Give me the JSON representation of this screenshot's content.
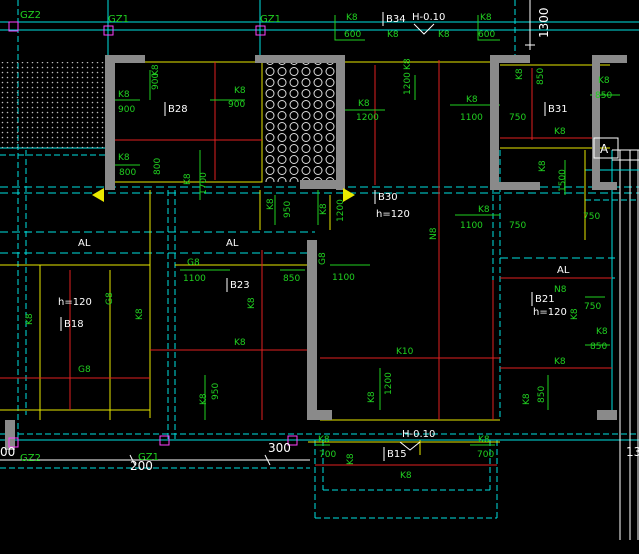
{
  "colors": {
    "background": "#000000",
    "wall": "#8a8a8a",
    "red": "#e02020",
    "yellow": "#e8e800",
    "green": "#20d020",
    "cyan": "#00e0e0",
    "white": "#ffffff",
    "magenta": "#ff40ff"
  },
  "column_labels": [
    {
      "id": "gz2-top",
      "text": "GZ2"
    },
    {
      "id": "gz1-top-a",
      "text": "GZ1"
    },
    {
      "id": "gz1-top-b",
      "text": "GZ1"
    },
    {
      "id": "gz2-bottom",
      "text": "GZ2"
    },
    {
      "id": "gz1-bottom",
      "text": "GZ1"
    }
  ],
  "slab_labels": [
    {
      "id": "b34",
      "text": "B34"
    },
    {
      "id": "b28",
      "text": "B28"
    },
    {
      "id": "b31",
      "text": "B31"
    },
    {
      "id": "b30",
      "text": "B30"
    },
    {
      "id": "b23",
      "text": "B23"
    },
    {
      "id": "b18",
      "text": "B18"
    },
    {
      "id": "b21",
      "text": "B21"
    },
    {
      "id": "b15",
      "text": "B15"
    }
  ],
  "annotations": {
    "elev_top": "H-0.10",
    "elev_bottom": "H-0.10",
    "h120_b30": "h=120",
    "h120_b18": "h=120",
    "h120_b21": "h=120",
    "al_1": "AL",
    "al_2": "AL",
    "al_3": "AL",
    "section_marker": "A",
    "dim_1300": "1300",
    "dim_200": "200",
    "dim_300": "300",
    "dim_00": "00",
    "dim_13": "13"
  },
  "rebar_labels": [
    {
      "text": "K8"
    },
    {
      "text": "600"
    },
    {
      "text": "K8"
    },
    {
      "text": "K8"
    },
    {
      "text": "600"
    },
    {
      "text": "K8"
    },
    {
      "text": "K8"
    },
    {
      "text": "900"
    },
    {
      "text": "900"
    },
    {
      "text": "K8"
    },
    {
      "text": "900"
    },
    {
      "text": "K8"
    },
    {
      "text": "1200"
    },
    {
      "text": "K8"
    },
    {
      "text": "1200"
    },
    {
      "text": "K8"
    },
    {
      "text": "850"
    },
    {
      "text": "K8"
    },
    {
      "text": "850"
    },
    {
      "text": "K8"
    },
    {
      "text": "K8"
    },
    {
      "text": "1100"
    },
    {
      "text": "750"
    },
    {
      "text": "K8"
    },
    {
      "text": "K8"
    },
    {
      "text": "800"
    },
    {
      "text": "800"
    },
    {
      "text": "K8"
    },
    {
      "text": "1700"
    },
    {
      "text": "K8"
    },
    {
      "text": "950"
    },
    {
      "text": "K8"
    },
    {
      "text": "1200"
    },
    {
      "text": "K8"
    },
    {
      "text": "1100"
    },
    {
      "text": "750"
    },
    {
      "text": "N8"
    },
    {
      "text": "K8"
    },
    {
      "text": "1500"
    },
    {
      "text": "750"
    },
    {
      "text": "G8"
    },
    {
      "text": "1100"
    },
    {
      "text": "K8"
    },
    {
      "text": "850"
    },
    {
      "text": "G8"
    },
    {
      "text": "1100"
    },
    {
      "text": "K8"
    },
    {
      "text": "G8"
    },
    {
      "text": "K8"
    },
    {
      "text": "G8"
    },
    {
      "text": "N8"
    },
    {
      "text": "750"
    },
    {
      "text": "K8"
    },
    {
      "text": "K8"
    },
    {
      "text": "850"
    },
    {
      "text": "K8"
    },
    {
      "text": "K10"
    },
    {
      "text": "K8"
    },
    {
      "text": "K8"
    },
    {
      "text": "950"
    },
    {
      "text": "K8"
    },
    {
      "text": "1200"
    },
    {
      "text": "K8"
    },
    {
      "text": "850"
    },
    {
      "text": "K8"
    },
    {
      "text": "700"
    },
    {
      "text": "K8"
    },
    {
      "text": "K8"
    },
    {
      "text": "700"
    },
    {
      "text": "K8"
    }
  ]
}
